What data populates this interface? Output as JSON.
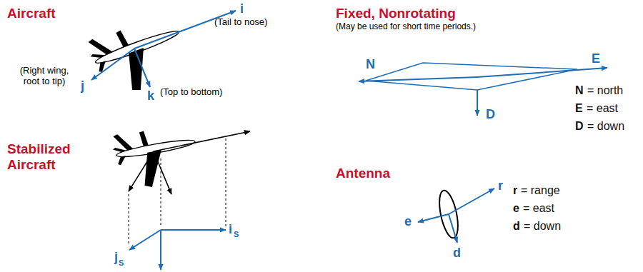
{
  "diagram": {
    "labels": [
      "Aircraft",
      "i",
      "(Tail to nose)",
      "j",
      "(Right wing, root to tip)",
      "k",
      "(Top to bottom)",
      "Stabilized Aircraft",
      "i",
      "S",
      "j",
      "S",
      "Fixed, Nonrotating",
      "(May be used for short time periods.)",
      "N",
      "E",
      "D",
      "N",
      "= north",
      "E",
      "= east",
      "D",
      "= down",
      "Antenna",
      "e",
      "r",
      "d",
      "r",
      "= range",
      "e",
      "= east",
      "d",
      "= down"
    ]
  }
}
